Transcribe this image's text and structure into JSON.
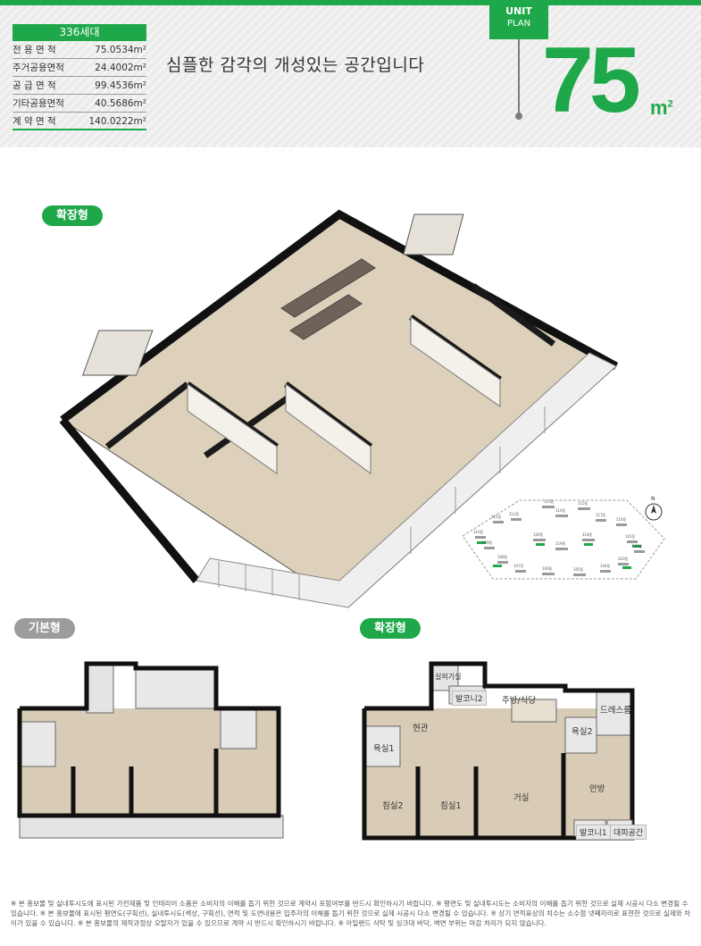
{
  "spec_table": {
    "title": "336세대",
    "rows": [
      {
        "label": "전 용 면 적",
        "value": "75.0534m²"
      },
      {
        "label": "주거공용면적",
        "value": "24.4002m²"
      },
      {
        "label": "공 급 면 적",
        "value": "99.4536m²"
      },
      {
        "label": "기타공용면적",
        "value": "40.5686m²"
      },
      {
        "label": "계 약 면 적",
        "value": "140.0222m²"
      }
    ]
  },
  "tagline": "심플한 감각의 개성있는 공간입니다",
  "unit_badge": {
    "line1": "UNIT",
    "line2": "PLAN"
  },
  "unit_size": {
    "number": "75",
    "unit": "m",
    "sup": "2"
  },
  "labels": {
    "iso_type": "확장형",
    "basic_type": "기본형",
    "ext_type": "확장형"
  },
  "site_map": {
    "buildings": [
      "113동",
      "111동",
      "112동",
      "114동",
      "115동",
      "117동",
      "116동",
      "110동",
      "109동",
      "120동",
      "119동",
      "118동",
      "101동",
      "102동",
      "108동",
      "107동",
      "106동",
      "105동",
      "104동",
      "103동"
    ],
    "compass": "N"
  },
  "ext_rooms": {
    "utility": "실외기실",
    "balcony2": "발코니2",
    "kitchen": "주방/식당",
    "entrance": "현관",
    "dress": "드레스룸",
    "bath1": "욕실1",
    "bath2": "욕실2",
    "bed2": "침실2",
    "bed1": "침실1",
    "living": "거실",
    "master": "안방",
    "balcony1": "발코니1",
    "shelter": "대피공간"
  },
  "disclaimer": "※ 본 홍보물 및 실내투시도에 표시된 가전제품 및 인테리어 소품은 소비자의 이해를 돕기 위한 것으로 계약시 포함여부를 반드시 확인하시기 바랍니다. ※ 평면도 및 실내투시도는 소비자의 이해를 돕기 위한 것으로 실제 시공시 다소 변경될 수 있습니다. ※ 본 홍보물에 표시된 평면도(구획선), 실내투시도(색상, 구획선), 면적 및 도면내용은 입주자의 이해를 돕기 위한 것으로 실제 시공시 다소 변경될 수 있습니다. ※ 상기 면적표상의 치수는 소수점 넷째자리로 표현한 것으로 실제와 차이가 있을 수 있습니다. ※ 본 홍보물의 제작과정상 오탈자가 있을 수 있으므로 계약 시 반드시 확인하시기 바랍니다. ※ 아일랜드 식탁 및 싱크대 바닥, 벽면 부위는 마감 처리가 되지 않습니다.",
  "colors": {
    "accent": "#1ea84a",
    "header_bg": "#ececec",
    "pill_gray": "#9c9c9c",
    "floor": "#d8ccb6"
  }
}
